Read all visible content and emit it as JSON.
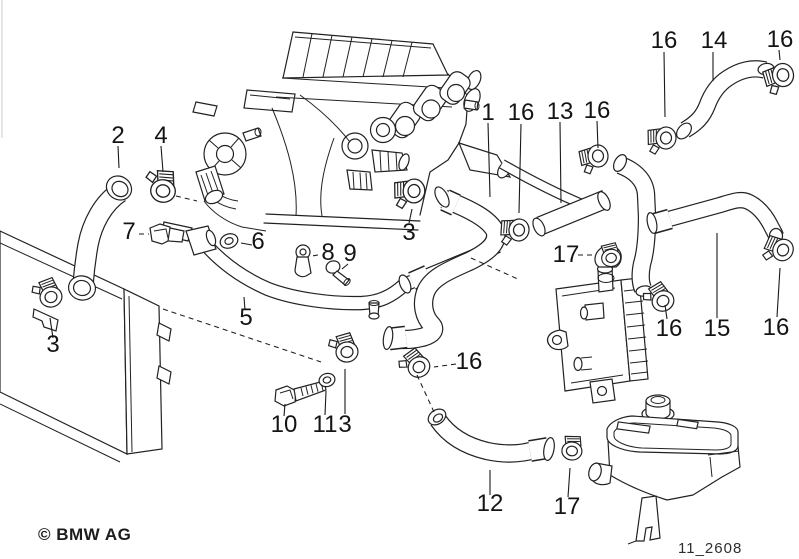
{
  "diagram": {
    "description": "BMW cooling system water hoses exploded parts diagram",
    "background_color": "#ffffff",
    "line_color": "#222222",
    "footer": {
      "copyright": "© BMW AG",
      "code": "11_2608"
    },
    "part_labels": [
      {
        "part": "2",
        "text": "2"
      },
      {
        "part": "4",
        "text": "4"
      },
      {
        "part": "7",
        "text": "7"
      },
      {
        "part": "6",
        "text": "6"
      },
      {
        "part": "8",
        "text": "8"
      },
      {
        "part": "9",
        "text": "9"
      },
      {
        "part": "3",
        "text": "3"
      },
      {
        "part": "5",
        "text": "5"
      },
      {
        "part": "10",
        "text": "10"
      },
      {
        "part": "11",
        "text": "11"
      },
      {
        "part": "3",
        "text": "3"
      },
      {
        "part": "3",
        "text": "3"
      },
      {
        "part": "1",
        "text": "1"
      },
      {
        "part": "16",
        "text": "16"
      },
      {
        "part": "13",
        "text": "13"
      },
      {
        "part": "16",
        "text": "16"
      },
      {
        "part": "17",
        "text": "17"
      },
      {
        "part": "16",
        "text": "16"
      },
      {
        "part": "14",
        "text": "14"
      },
      {
        "part": "16",
        "text": "16"
      },
      {
        "part": "16",
        "text": "16"
      },
      {
        "part": "16",
        "text": "16"
      },
      {
        "part": "15",
        "text": "15"
      },
      {
        "part": "16",
        "text": "16"
      },
      {
        "part": "12",
        "text": "12"
      },
      {
        "part": "17",
        "text": "17"
      }
    ]
  }
}
